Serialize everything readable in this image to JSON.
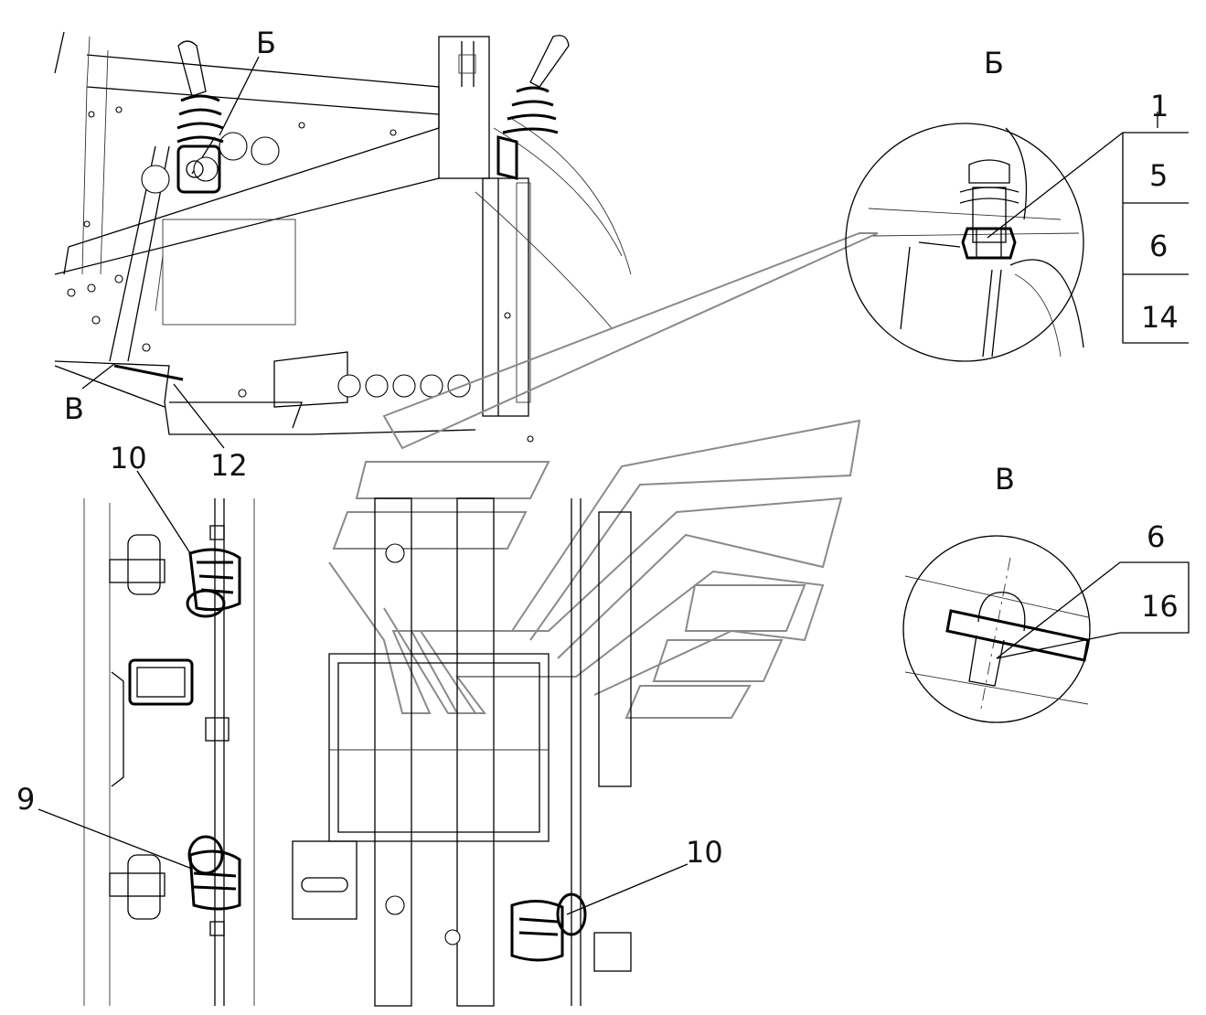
{
  "labels": {
    "view_b_callout": "Б",
    "view_v_callout": "В",
    "part_12": "12",
    "part_10_upper": "10",
    "part_9": "9",
    "part_10_lower": "10",
    "view_b_title": "Б",
    "view_v_title": "В",
    "view_b_part_1": "1",
    "view_b_table": [
      "5",
      "6",
      "14"
    ],
    "view_v_part_6": "6",
    "view_v_table": [
      "16"
    ]
  }
}
